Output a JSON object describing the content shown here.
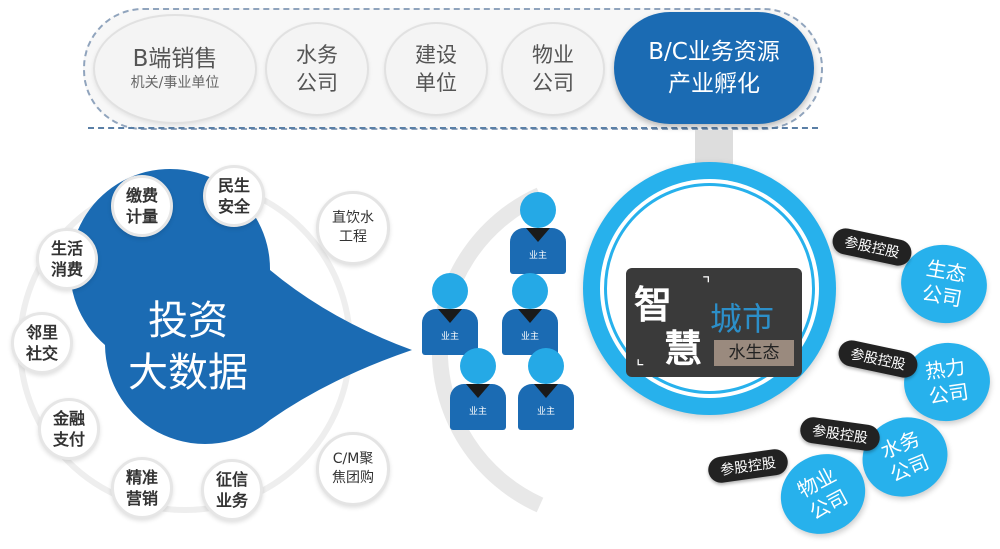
{
  "top_bar": {
    "items": [
      {
        "line1": "B端销售",
        "line2": "机关/事业单位"
      },
      {
        "line1": "水务",
        "line2": "公司"
      },
      {
        "line1": "建设",
        "line2": "单位"
      },
      {
        "line1": "物业",
        "line2": "公司"
      }
    ],
    "highlight": {
      "line1": "B/C业务资源",
      "line2": "产业孵化"
    }
  },
  "left_cluster": {
    "title_line1": "投资",
    "title_line2": "大数据",
    "satellites": [
      {
        "line1": "缴费",
        "line2": "计量"
      },
      {
        "line1": "民生",
        "line2": "安全"
      },
      {
        "line1": "生活",
        "line2": "消费"
      },
      {
        "line1": "邻里",
        "line2": "社交"
      },
      {
        "line1": "金融",
        "line2": "支付"
      },
      {
        "line1": "精准",
        "line2": "营销"
      },
      {
        "line1": "征信",
        "line2": "业务"
      }
    ]
  },
  "middle": {
    "top_label": {
      "line1": "直饮水",
      "line2": "工程"
    },
    "bottom_label": {
      "line1": "C/M聚",
      "line2": "焦团购"
    },
    "owner_label": "业主"
  },
  "right_hub": {
    "logo": {
      "char1": "智",
      "char2": "慧",
      "city": "城市",
      "eco": "水生态"
    },
    "tag_label": "参股控股",
    "companies": [
      {
        "line1": "生态",
        "line2": "公司"
      },
      {
        "line1": "热力",
        "line2": "公司"
      },
      {
        "line1": "水务",
        "line2": "公司"
      },
      {
        "line1": "物业",
        "line2": "公司"
      }
    ]
  },
  "colors": {
    "dark_blue": "#1b6bb3",
    "light_blue": "#27b1ec",
    "gray": "#f4f4f4"
  }
}
